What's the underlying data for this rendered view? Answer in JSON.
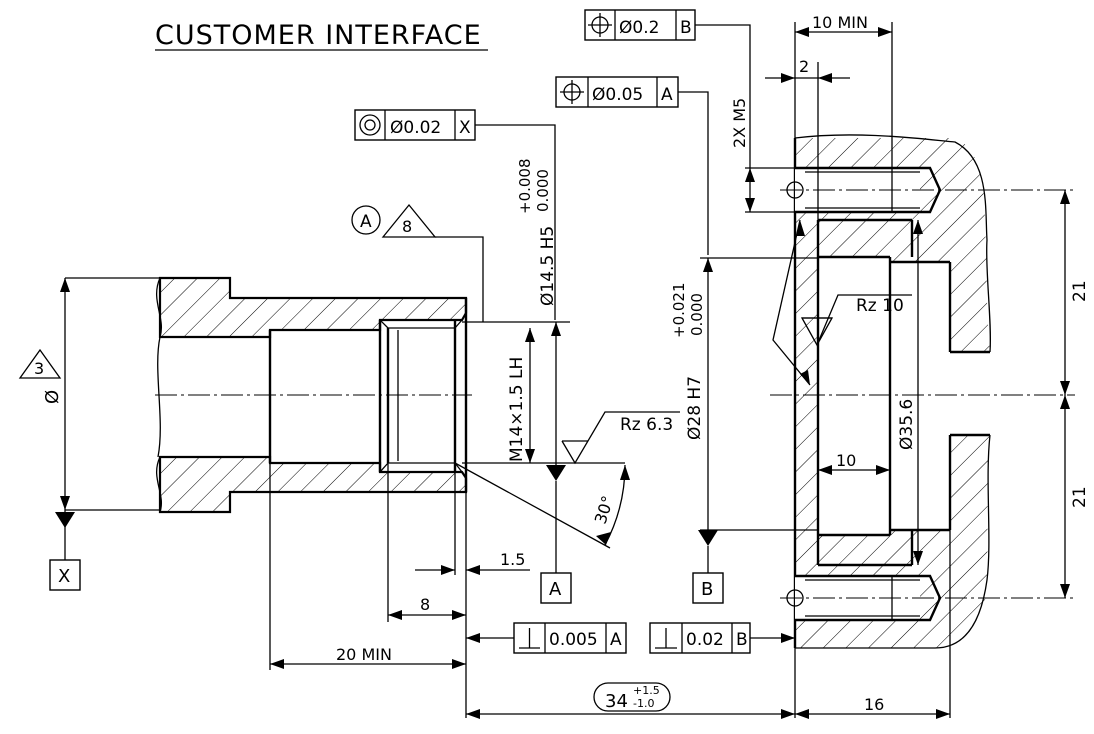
{
  "title": "CUSTOMER INTERFACE",
  "fcf": {
    "concentricity": {
      "symbol": "concentricity-symbol",
      "tolerance": "Ø0.02",
      "datum": "X"
    },
    "position_m5": {
      "symbol": "position-symbol",
      "tolerance": "Ø0.2",
      "datum": "B"
    },
    "position_bore": {
      "symbol": "position-symbol",
      "tolerance": "Ø0.05",
      "datum": "A"
    },
    "perp_left": {
      "symbol": "perpendicularity-symbol",
      "tolerance": "0.005",
      "datum": "A"
    },
    "perp_right": {
      "symbol": "perpendicularity-symbol",
      "tolerance": "0.02",
      "datum": "B"
    }
  },
  "datums": {
    "x": "X",
    "a": "A",
    "b": "B"
  },
  "flags": {
    "circle_a": "A",
    "tri_8": "8",
    "tri_3": "3"
  },
  "dims": {
    "phi": "Ø",
    "bore_small": "Ø14.5 H5",
    "bore_small_tol_upper": "+0.008",
    "bore_small_tol_lower": "0.000",
    "thread": "M14×1.5 LH",
    "bore_large": "Ø28 H7",
    "bore_large_tol_upper": "+0.021",
    "bore_large_tol_lower": "0.000",
    "holes": "2X M5",
    "ten_min": "10 MIN",
    "two": "2",
    "d21_top": "21",
    "d21_bot": "21",
    "d35": "Ø35.6",
    "ten": "10",
    "one_five": "1.5",
    "eight": "8",
    "twenty_min": "20 MIN",
    "thirty_four_base": "34",
    "thirty_four_upper": "+1.5",
    "thirty_four_lower": "-1.0",
    "sixteen": "16",
    "angle": "30°"
  },
  "surface": {
    "rz_bore": "Rz 6.3",
    "rz_face": "Rz 10"
  }
}
